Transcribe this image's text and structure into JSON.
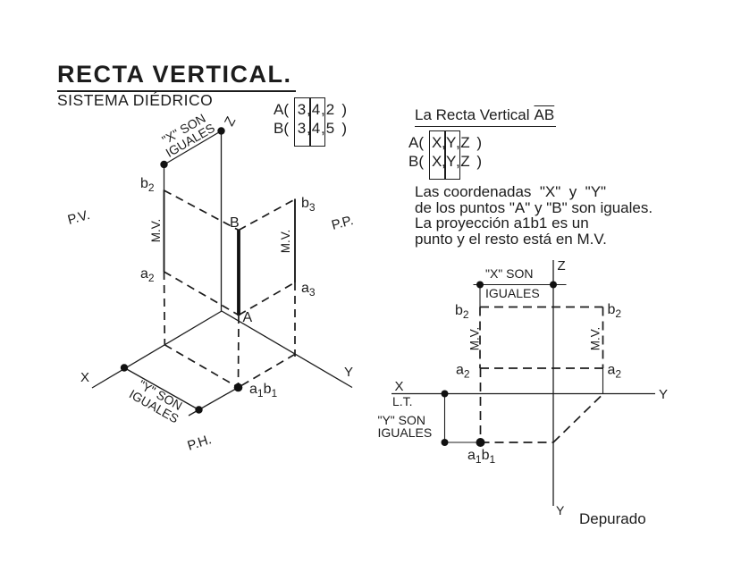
{
  "colors": {
    "ink": "#1c1c1c",
    "paper": "#ffffff"
  },
  "header": {
    "title": "RECTA VERTICAL.",
    "subtitle": "SISTEMA DIÉDRICO"
  },
  "coords_numeric": {
    "a": {
      "name": "A(",
      "x": "3",
      "c1": ",",
      "y": "4",
      "c2": ",",
      "z": "2",
      "close": ")"
    },
    "b": {
      "name": "B(",
      "x": "3",
      "c1": ",",
      "y": "4",
      "c2": ",",
      "z": "5",
      "close": ")"
    }
  },
  "panel": {
    "heading_main": "La Recta Vertical",
    "heading_ab": "AB",
    "coords_generic": {
      "a": {
        "name": "A(",
        "x": "X",
        "c1": ",",
        "y": "Y",
        "c2": ",",
        "z": "Z",
        "close": ")"
      },
      "b": {
        "name": "B(",
        "x": "X",
        "c1": ",",
        "y": "Y",
        "c2": ",",
        "z": "Z",
        "close": ")"
      }
    },
    "paragraph": "Las coordenadas  \"X\"  y  \"Y\"\nde los puntos \"A\" y \"B\" son iguales.\nLa proyección a1b1 es un\npunto y el resto está en M.V."
  },
  "axon": {
    "axis_z": "Z",
    "axis_x": "X",
    "axis_y": "Y",
    "plane_pv": "P.V.",
    "plane_pp": "P.P.",
    "plane_ph": "P.H.",
    "mv": "M.V.",
    "x_equal_1": "\"X\" SON",
    "x_equal_2": "IGUALES",
    "y_equal_1": "\"Y\" SON",
    "y_equal_2": "IGUALES",
    "point_a": "A",
    "point_b": "B",
    "sub_points": {
      "b2": {
        "base": "b",
        "sub": "2"
      },
      "a2": {
        "base": "a",
        "sub": "2"
      },
      "b3": {
        "base": "b",
        "sub": "3"
      },
      "a3": {
        "base": "a",
        "sub": "3"
      },
      "a1b1": {
        "base1": "a",
        "sub1": "1",
        "base2": "b",
        "sub2": "1"
      }
    }
  },
  "depurado": {
    "axis_z": "Z",
    "axis_x": "X",
    "axis_y_right": "Y",
    "axis_y_bottom": "Y",
    "lt": "L.T.",
    "mv": "M.V.",
    "x_equal_1": "\"X\" SON",
    "x_equal_2": "IGUALES",
    "y_equal_1": "\"Y\" SON",
    "y_equal_2": "IGUALES",
    "caption": "Depurado",
    "sub_points": {
      "b2": {
        "base": "b",
        "sub": "2"
      },
      "a2": {
        "base": "a",
        "sub": "2"
      },
      "a1b1": {
        "base1": "a",
        "sub1": "1",
        "base2": "b",
        "sub2": "1"
      }
    }
  }
}
